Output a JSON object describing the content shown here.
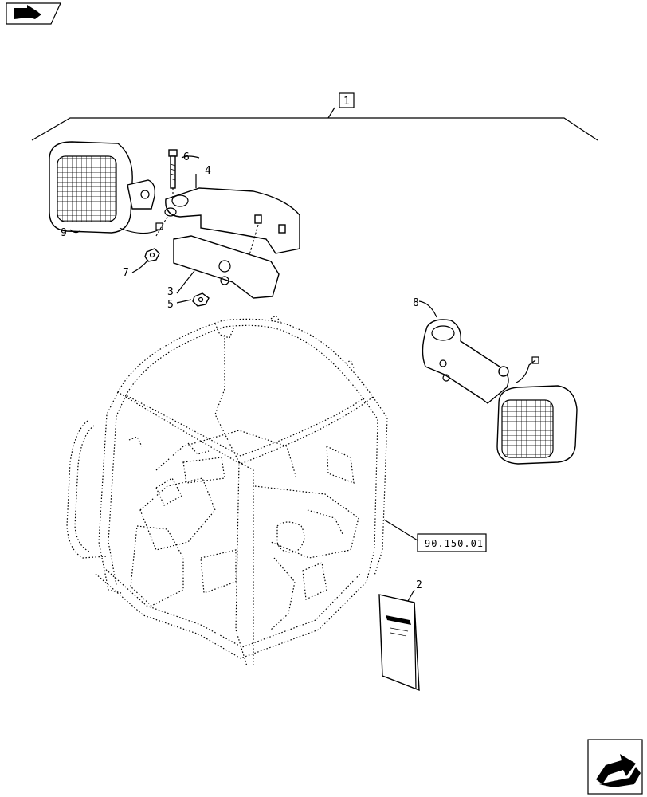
{
  "diagram": {
    "assembly_label": "1",
    "reference": "90.150.01",
    "callouts": {
      "c2": "2",
      "c3": "3",
      "c4": "4",
      "c5": "5",
      "c6": "6",
      "c7": "7",
      "c8": "8",
      "c9": "9"
    }
  },
  "nav": {
    "prev_icon": "back-arrow-icon",
    "next_icon": "forward-arrow-icon"
  }
}
